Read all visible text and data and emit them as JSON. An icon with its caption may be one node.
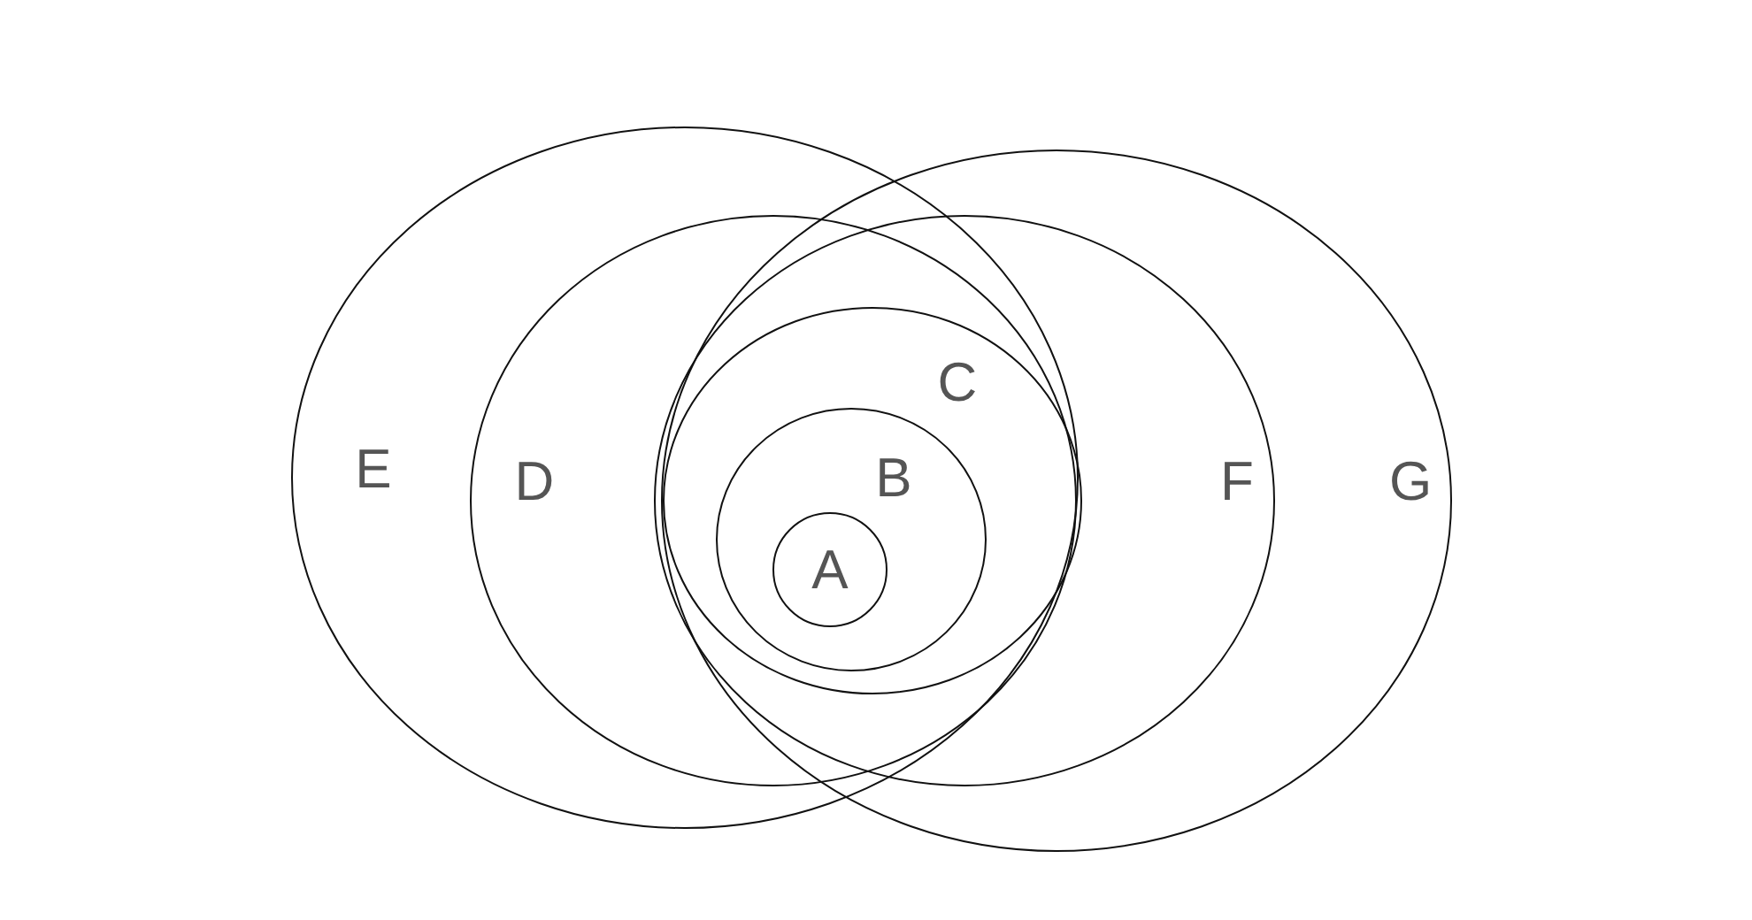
{
  "diagram": {
    "nodes": [
      {
        "text": [
          "E"
        ]
      },
      {
        "text": [
          "D"
        ],
        "in": 0
      },
      {
        "text": [
          "C"
        ]
      },
      {
        "text": [
          "B"
        ],
        "in": 2
      },
      {
        "text": [
          "A"
        ],
        "in": 3
      },
      {
        "text": [
          "G"
        ]
      },
      {
        "text": [
          "F"
        ],
        "in": 5
      }
    ]
  }
}
